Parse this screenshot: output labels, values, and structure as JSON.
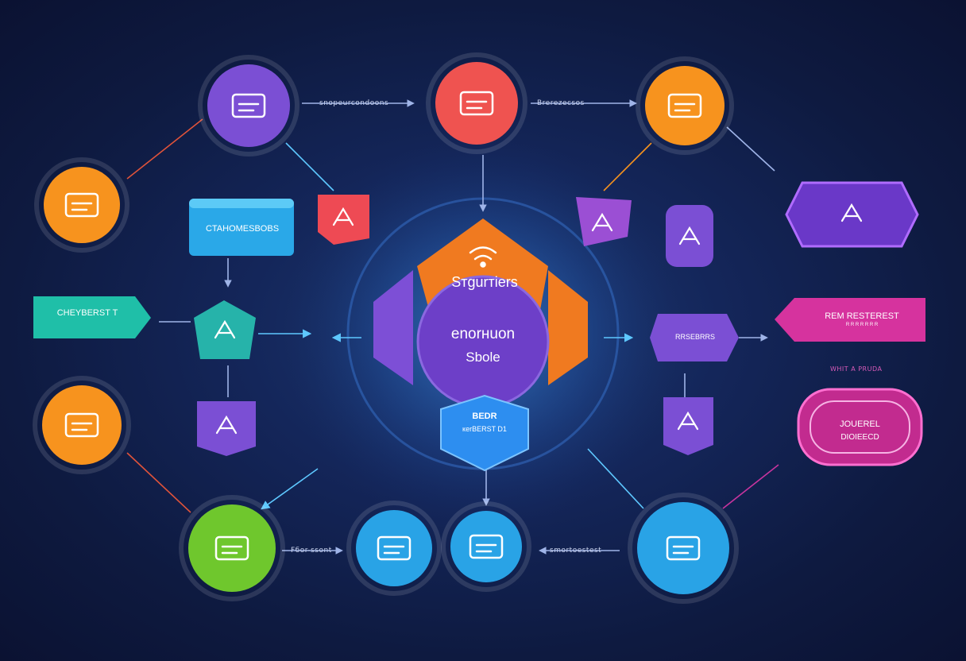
{
  "colors": {
    "purple": "#7b4fd4",
    "red": "#ef5350",
    "orange": "#f7931e",
    "blue": "#29a3e6",
    "teal": "#25c2b5",
    "green": "#6fc72d",
    "magenta": "#c8349e",
    "background": "#122458"
  },
  "hub": {
    "top_label": "Sтgurтiers",
    "center_line1": "enorнuon",
    "center_line2": "Sbole",
    "bottom_line1": "BEDR",
    "bottom_line2": "кеrBERST D1"
  },
  "boxes": {
    "cyan_block": "CTAHOMESBOBS",
    "teal_arrow": "CHEYBERST T",
    "pink_arrow": "REM RESTEREST",
    "pink_arrow_sub": "R R R R R R R",
    "purple_tag": "RRSEBRRS",
    "magenta_pill_line1": "JOUEREL",
    "magenta_pill_line2": "DIOIEECD"
  },
  "connector_labels": {
    "top_left": "snopeurcondoons",
    "top_right": "Brerezecsos",
    "bottom_left": "Fбоr-ssont",
    "bottom_right": "smortoestest",
    "right_small": "WHIT A PRUDA"
  },
  "icons": [
    "inbox-icon",
    "cart-icon",
    "briefcase-icon",
    "basket-icon",
    "cart-icon",
    "car-icon",
    "stack-icon",
    "tablet-icon",
    "printer-icon",
    "monitor-icon",
    "wifi-icon",
    "pen-icon",
    "scissors-icon",
    "camera-icon",
    "shoe-icon",
    "megaphone-icon",
    "robot-icon"
  ]
}
